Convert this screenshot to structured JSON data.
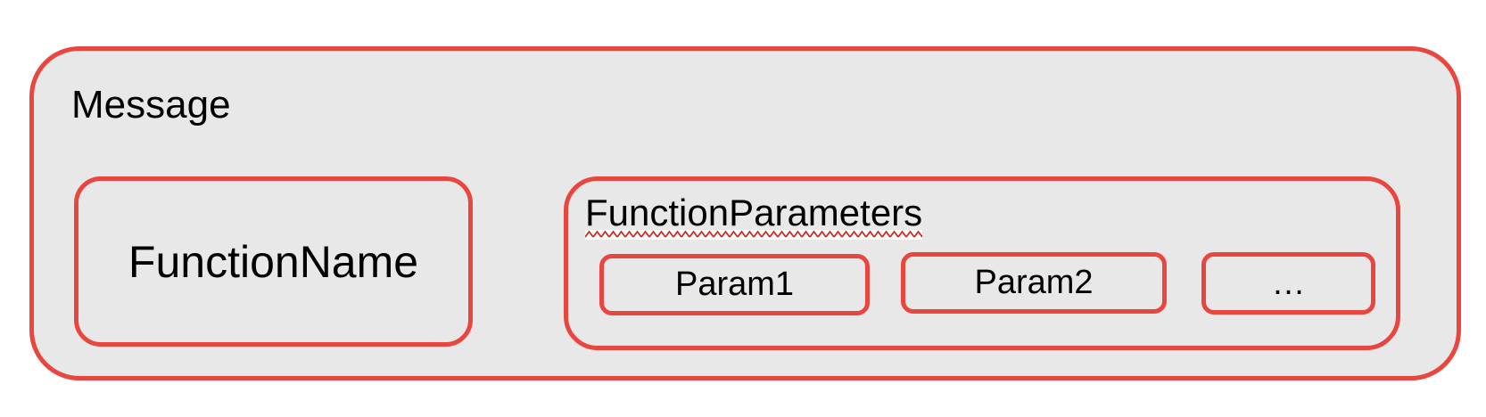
{
  "diagram": {
    "message": {
      "label": "Message"
    },
    "function_name": {
      "label": "FunctionName"
    },
    "function_parameters": {
      "label": "FunctionParameters",
      "params": [
        {
          "label": "Param1"
        },
        {
          "label": "Param2"
        },
        {
          "label": "…"
        }
      ]
    },
    "colors": {
      "box_border_red": "#e8463e",
      "box_fill_gray": "#e8e8e8",
      "squiggle_red": "#cf2b24",
      "squiggle_background": "#ffffff",
      "text_black": "#000000",
      "canvas_background": "#ffffff"
    }
  }
}
